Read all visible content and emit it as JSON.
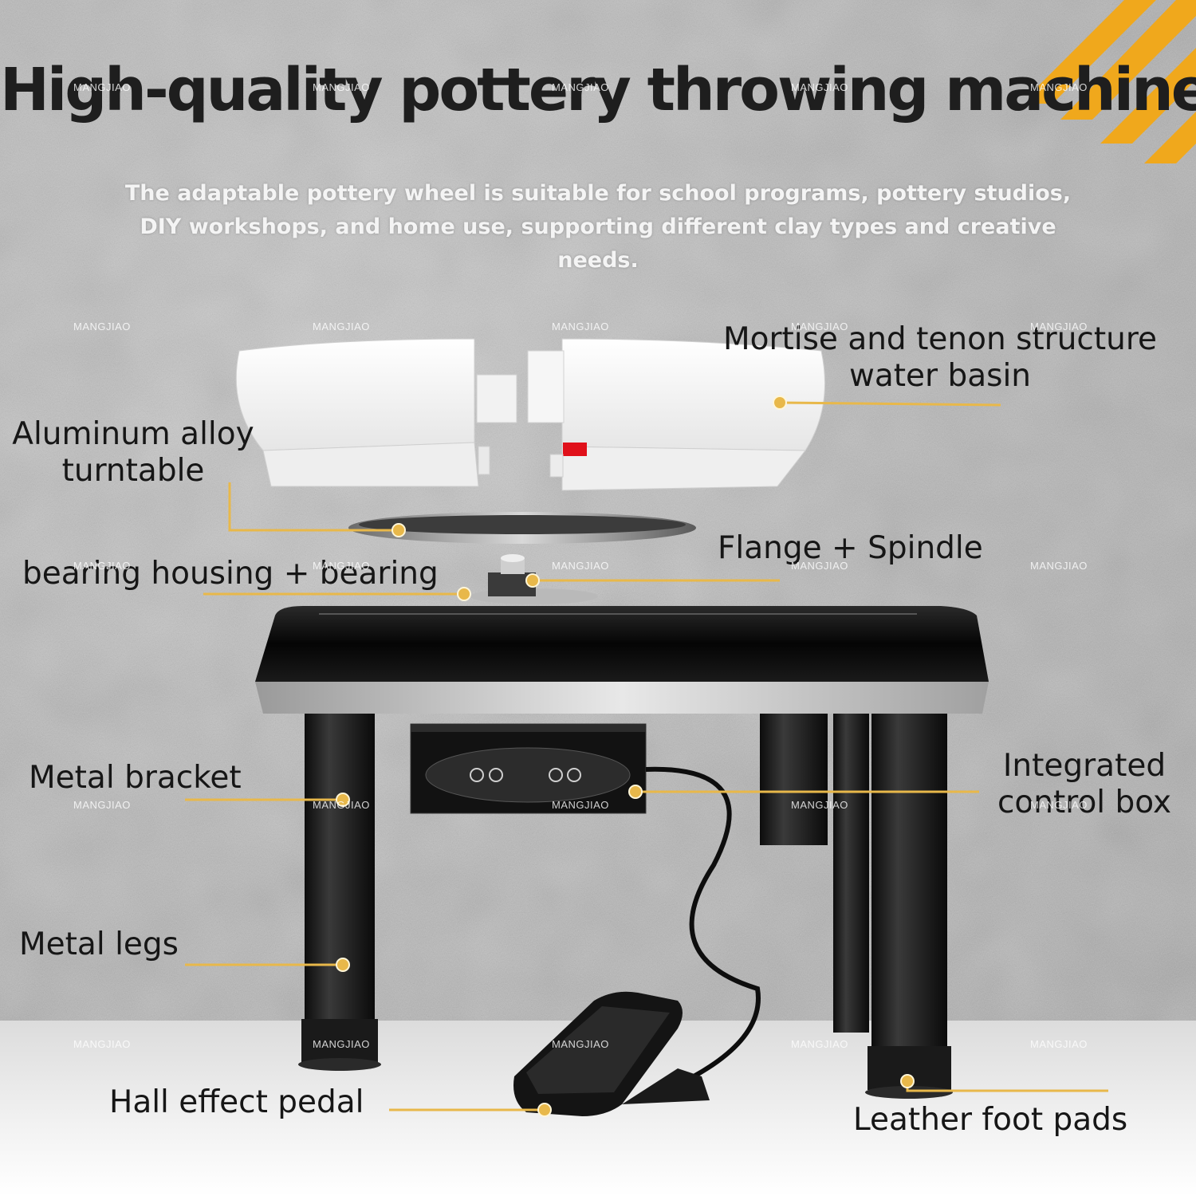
{
  "header": {
    "title": "High-quality pottery throwing machines",
    "subtitle": "The adaptable pottery wheel is suitable for school programs, pottery studios, DIY workshops, and home use, supporting different clay types and creative needs."
  },
  "callouts": {
    "water_basin": {
      "line1": "Mortise and tenon structure",
      "line2": "water basin"
    },
    "turntable": {
      "line1": "Aluminum alloy",
      "line2": "turntable"
    },
    "flange": "Flange + Spindle",
    "bearing": "bearing housing + bearing",
    "bracket": "Metal bracket",
    "control_box": {
      "line1": "Integrated",
      "line2": "control box"
    },
    "legs": "Metal legs",
    "pedal": "Hall effect pedal",
    "foot_pads": "Leather foot pads"
  },
  "watermark": "MANGJIAO",
  "colors": {
    "leader": "#e8b84a",
    "accent_stripes": "#f0a81c",
    "machine_body": "#111111",
    "basin": "#f4f4f4",
    "indicator": "#e0101a"
  }
}
